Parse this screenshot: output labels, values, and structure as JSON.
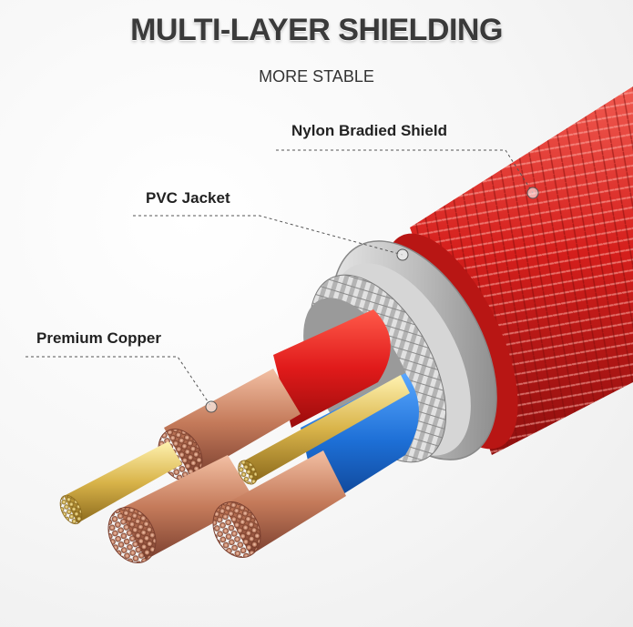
{
  "header": {
    "title": "MULTI-LAYER SHIELDING",
    "subtitle": "MORE STABLE"
  },
  "callouts": {
    "nylon_shield": "Nylon Bradied Shield",
    "pvc_jacket": "PVC Jacket",
    "premium_copper": "Premium Copper"
  },
  "colors": {
    "nylon_red": "#d8221f",
    "insulation_red": "#e01a1a",
    "insulation_blue": "#1d6fd6",
    "copper": "#c47a5a",
    "gold": "#d9b44a",
    "silver": "#c9c9c9"
  }
}
